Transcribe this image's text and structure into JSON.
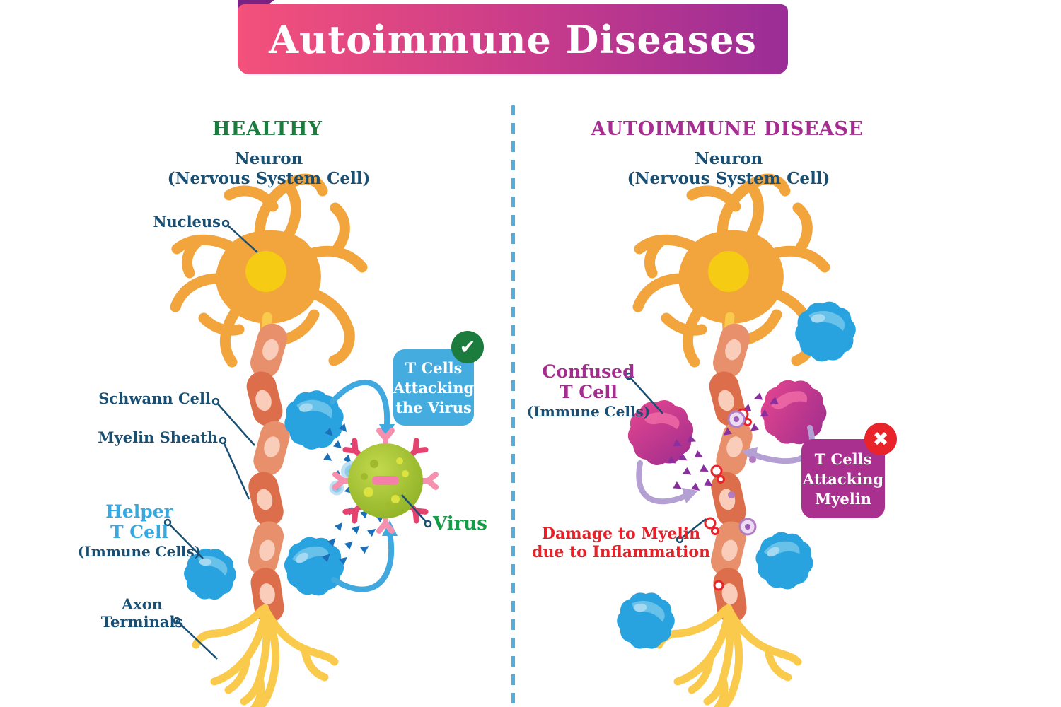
{
  "title": "Autoimmune Diseases",
  "panels": {
    "left": {
      "heading": "HEALTHY",
      "neuron_title": "Neuron",
      "neuron_subtitle": "(Nervous System Cell)",
      "labels": {
        "nucleus": "Nucleus",
        "schwann_cell": "Schwann Cell",
        "myelin_sheath": "Myelin Sheath",
        "helper_t_cell_1": "Helper",
        "helper_t_cell_2": "T Cell",
        "helper_t_cell_3": "(Immune Cells)",
        "axon_terminals_1": "Axon",
        "axon_terminals_2": "Terminals",
        "virus": "Virus"
      },
      "callout": {
        "line1": "T Cells",
        "line2": "Attacking",
        "line3": "the Virus",
        "badge": "check"
      }
    },
    "right": {
      "heading": "AUTOIMMUNE DISEASE",
      "neuron_title": "Neuron",
      "neuron_subtitle": "(Nervous System Cell)",
      "labels": {
        "confused_t_cell_1": "Confused",
        "confused_t_cell_2": "T Cell",
        "confused_t_cell_3": "(Immune Cells)",
        "damage_1": "Damage to Myelin",
        "damage_2": "due to Inflammation"
      },
      "callout": {
        "line1": "T Cells",
        "line2": "Attacking",
        "line3": "Myelin",
        "badge": "cross"
      }
    }
  },
  "icons": {
    "check": "✔",
    "cross": "✖"
  },
  "colors": {
    "banner_gradient_start": "#F4517B",
    "banner_gradient_end": "#9A2D97",
    "banner_fold": "#7B2382",
    "healthy_green": "#1B7C3D",
    "disease_magenta": "#A62D90",
    "label_navy": "#184F73",
    "helper_blue": "#36A9E1",
    "damage_red": "#E62129",
    "virus_label_green": "#169C49",
    "callout_blue": "#45ACE0",
    "callout_purple": "#A9308F",
    "divider_blue": "#53AEDC",
    "neuron_orange": "#F2A43D",
    "nucleus_yellow": "#F5CB13",
    "axon_yellow": "#FACA4D",
    "myelin_orange": "#DD6E4B",
    "t_cell_blue": "#29A3DF",
    "confused_cell_magenta": "#D83A8C",
    "antibody_blue": "#1A6FB8",
    "attack_purple": "#8A2F9E"
  }
}
